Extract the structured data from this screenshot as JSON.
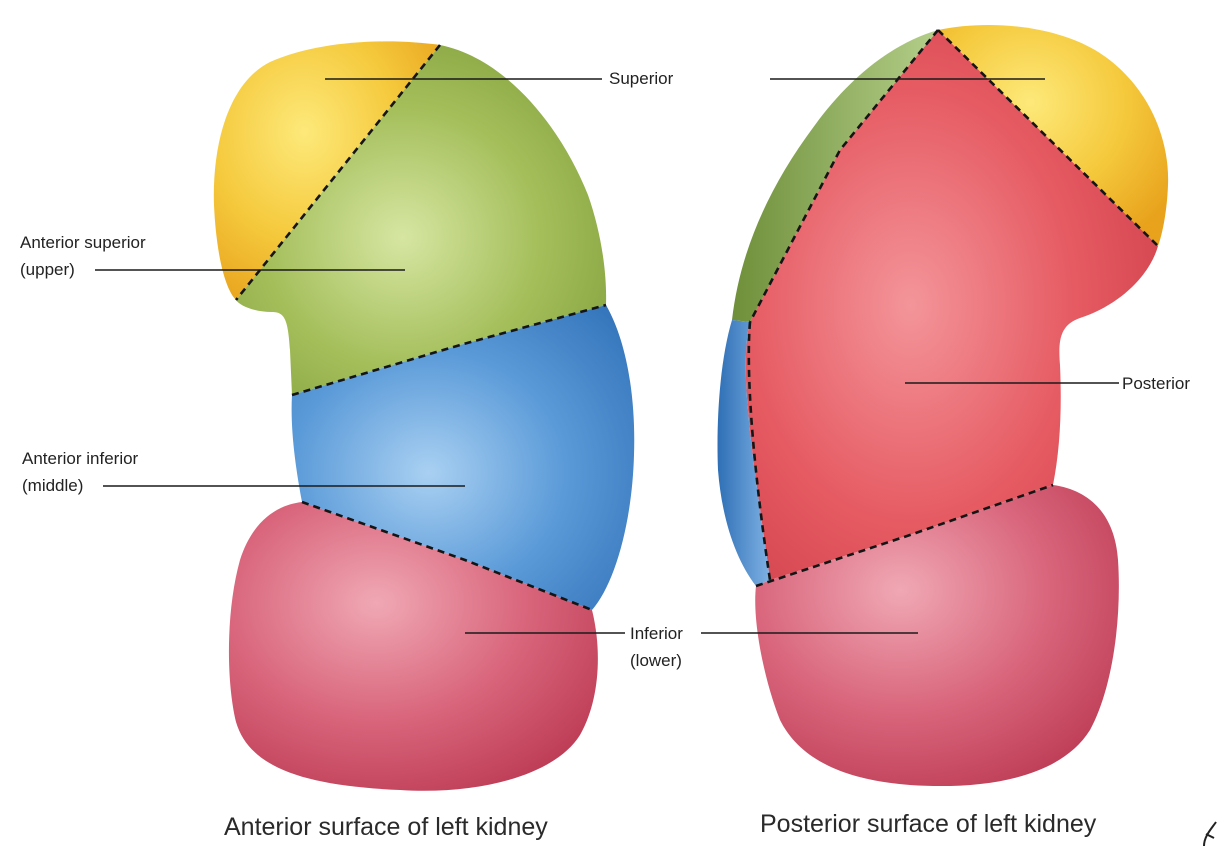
{
  "labels": {
    "superior": "Superior",
    "anterior_superior_line1": "Anterior superior",
    "anterior_superior_line2": "(upper)",
    "anterior_inferior_line1": "Anterior inferior",
    "anterior_inferior_line2": "(middle)",
    "inferior_line1": "Inferior",
    "inferior_line2": "(lower)",
    "posterior": "Posterior"
  },
  "captions": {
    "anterior": "Anterior surface of left kidney",
    "posterior": "Posterior surface of left kidney"
  },
  "colors": {
    "superior_segment": "#f2c33a",
    "anterior_superior_segment": "#9cb650",
    "anterior_inferior_segment": "#4a8fd0",
    "inferior_segment": "#d45a72",
    "posterior_segment": "#e0505c"
  }
}
